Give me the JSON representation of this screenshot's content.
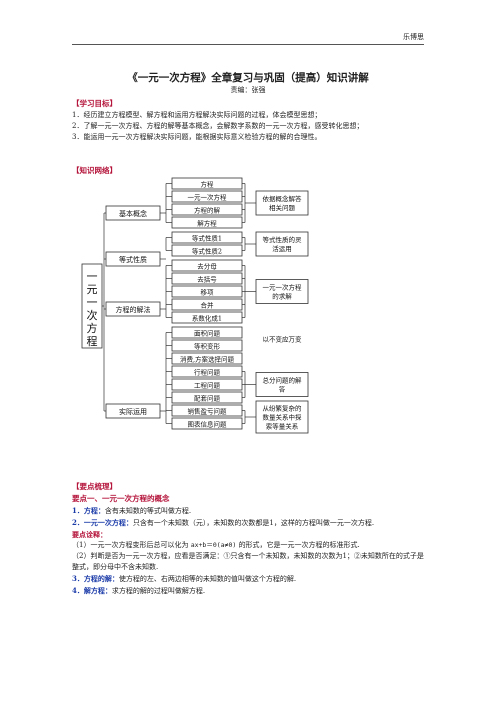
{
  "header": {
    "author": "乐博思"
  },
  "title": "《一元一次方程》全章复习与巩固（提高）知识讲解",
  "editor": "责编：张强",
  "goals": {
    "heading": "【学习目标】",
    "items": [
      "1．经历建立方程模型、解方程和运用方程解决实际问题的过程，体会模型思想；",
      "2．了解一元一次方程、方程的解等基本概念，会解数字系数的一元一次方程，感受转化思想；",
      "3．能运用一元一次方程解决实际问题，能根据实际意义检验方程的解的合理性。"
    ]
  },
  "network": {
    "heading": "【知识网络】",
    "root": "一元一次方程",
    "branches": [
      "基本概念",
      "等式性质",
      "方程的解法",
      "实际运用"
    ],
    "leaves": [
      "方程",
      "一元一次方程",
      "方程的解",
      "解方程",
      "等式性质1",
      "等式性质2",
      "去分母",
      "去括号",
      "移项",
      "合并",
      "系数化成1",
      "面积问题",
      "等积变形",
      "消费,方案选择问题",
      "行程问题",
      "工程问题",
      "配套问题",
      "销售盈亏问题",
      "图表信息问题"
    ],
    "notes": [
      "依据概念解答相关问题",
      "等式性质的灵活运用",
      "一元一次方程的求解",
      "以不变应万变",
      "总分问题的解答",
      "从纷繁复杂的数量关系中探索等量关系"
    ]
  },
  "summary": {
    "heading": "【要点梳理】",
    "point1": "要点一、一元一次方程的概念",
    "def1_label": "1．方程：",
    "def1_text": "含有未知数的等式叫做方程.",
    "def2_label": "2．一元一次方程：",
    "def2_text": "只含有一个未知数（元），未知数的次数都是1，这样的方程叫做一元一次方程.",
    "explain_heading": "要点诠释：",
    "explain1_a": "（1）一元一次方程变形后总可以化为",
    "explain1_formula": "ax+b＝0(a≠0)",
    "explain1_b": "的形式，它是一元一次方程的标准形式.",
    "explain2": "（2）判断是否为一元一次方程，应看是否满足：①只含有一个未知数，未知数的次数为1；②未知数所在的式子是整式，即分母中不含未知数.",
    "def3_label": "3．方程的解：",
    "def3_text": "使方程的左、右两边相等的未知数的值叫做这个方程的解.",
    "def4_label": "4．解方程：",
    "def4_text": "求方程的解的过程叫做解方程."
  }
}
